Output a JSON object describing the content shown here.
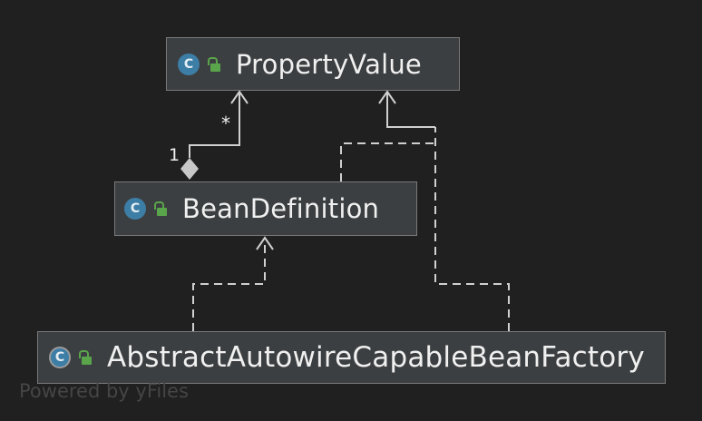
{
  "classes": {
    "property_value": {
      "name": "PropertyValue",
      "kind_letter": "C"
    },
    "bean_definition": {
      "name": "BeanDefinition",
      "kind_letter": "C"
    },
    "abstract_factory": {
      "name": "AbstractAutowireCapableBeanFactory",
      "kind_letter": "C"
    }
  },
  "association": {
    "source_multiplicity": "1",
    "target_multiplicity": "*"
  },
  "watermark": "Powered by yFiles",
  "colors": {
    "background": "#202020",
    "node_fill": "#3c3f41",
    "node_border": "#7a7a7a",
    "edge": "#d0d0d0",
    "class_icon": "#3d7ea6",
    "lock_icon": "#5aa54b"
  }
}
